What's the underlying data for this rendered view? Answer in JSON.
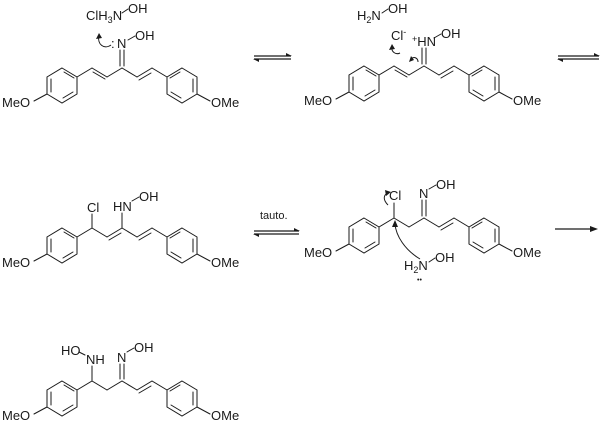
{
  "scheme": {
    "title": "Hydroxylamine addition to bis(4-methoxystyryl) ketoxime",
    "reagents": {
      "step1": {
        "reagent": "ClH3N-OH",
        "reagent_main": "ClH",
        "reagent_sub": "3",
        "reagent_tail": "N",
        "reagent_oh": "OH"
      },
      "step2": {
        "reagent_h2n": "H",
        "reagent_sub": "2",
        "reagent_n": "N",
        "reagent_oh": "OH",
        "counterion": "Cl",
        "counterion_charge": "-"
      },
      "step4": {
        "reagent_h": "H",
        "reagent_sub": "2",
        "reagent_n": "N",
        "reagent_oh": "OH",
        "lone_pair": "••"
      }
    },
    "arrows": [
      {
        "from": "structure-1",
        "to": "structure-2",
        "type": "equilibrium",
        "label": ""
      },
      {
        "from": "structure-2",
        "to": "structure-3",
        "type": "equilibrium",
        "label": ""
      },
      {
        "from": "structure-3",
        "to": "structure-4",
        "type": "equilibrium",
        "label": "tauto."
      },
      {
        "from": "structure-4",
        "to": "structure-5",
        "type": "forward",
        "label": ""
      }
    ],
    "labels": {
      "MeO": "MeO",
      "OMe": "OMe",
      "N": "N",
      "OH": "OH",
      "HN": "HN",
      "HO": "HO",
      "NH": "NH",
      "Cl": "Cl",
      "plus": "+",
      "lone_pair_colon": ":",
      "tauto": "tauto."
    },
    "structures": [
      {
        "id": "structure-1",
        "description": "1,5-bis(4-methoxyphenyl)penta-1,4-dien-3-one oxime"
      },
      {
        "id": "structure-2",
        "description": "N-protonated oxime (iminium) with chloride counterion"
      },
      {
        "id": "structure-3",
        "description": "1-chloro allylic N-hydroxy enamine"
      },
      {
        "id": "structure-4",
        "description": "1-chloro oxime, attacked by hydroxylamine"
      },
      {
        "id": "structure-5",
        "description": "1-(hydroxyamino) oxime product"
      }
    ]
  }
}
